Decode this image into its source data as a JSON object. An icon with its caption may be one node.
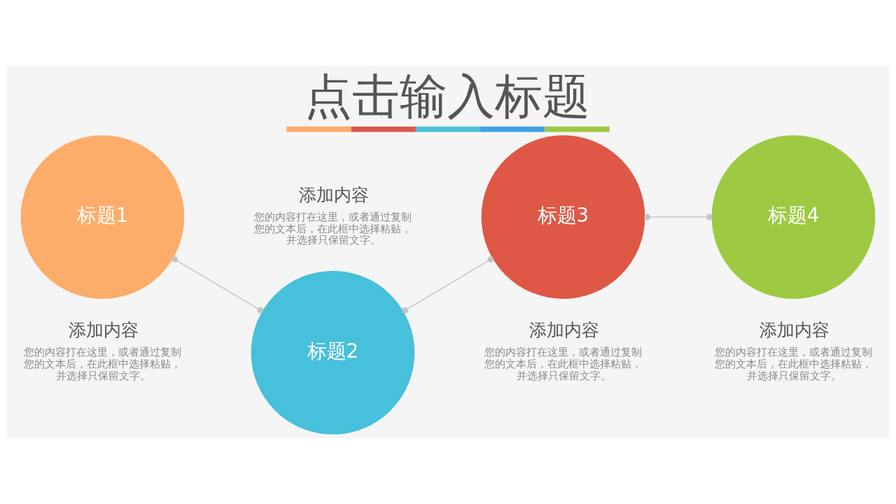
{
  "diagram": {
    "title": "点击输入标题",
    "nodes": [
      {
        "text": [
          "标题1"
        ],
        "beside": [
          "添加内容",
          "您的内容打在这里，或者通过复制您的文本后，在此框中选择粘贴，并选择只保留文字。"
        ]
      },
      {
        "text": [
          "标题2"
        ],
        "beside": [
          "添加内容",
          "您的内容打在这里，或者通过复制您的文本后，在此框中选择粘贴，并选择只保留文字。"
        ]
      },
      {
        "text": [
          "标题3"
        ],
        "beside": [
          "添加内容",
          "您的内容打在这里，或者通过复制您的文本后，在此框中选择粘贴，并选择只保留文字。"
        ]
      },
      {
        "text": [
          "标题4"
        ],
        "beside": [
          "添加内容",
          "您的内容打在这里，或者通过复制您的文本后，在此框中选择粘贴，并选择只保留文字。"
        ]
      }
    ],
    "edges": [
      {
        "from": 0,
        "to": 1,
        "arrow": "other"
      },
      {
        "from": 1,
        "to": 2,
        "arrow": "other"
      },
      {
        "from": 2,
        "to": 3,
        "arrow": "other"
      }
    ]
  }
}
